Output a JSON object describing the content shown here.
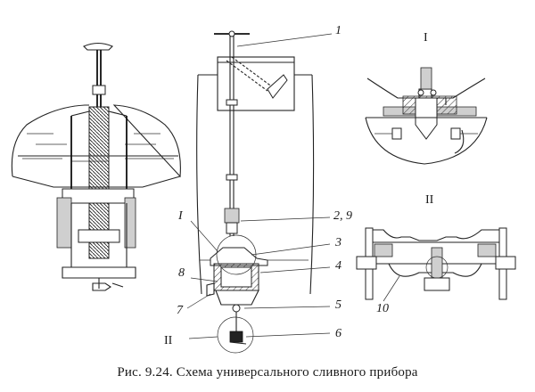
{
  "caption": "Рис. 9.24. Схема универсального сливного прибора",
  "callouts": [
    "1",
    "2, 9",
    "3",
    "4",
    "5",
    "6",
    "7",
    "8",
    "I",
    "II",
    "10"
  ],
  "sections": {
    "section_one_title": "I",
    "section_two_title": "II"
  }
}
